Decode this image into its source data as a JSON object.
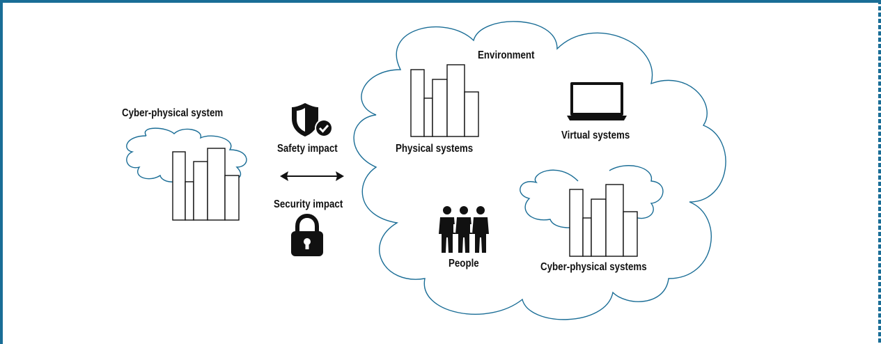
{
  "diagram": {
    "left_label": "Cyber-physical system",
    "safety_label": "Safety impact",
    "security_label": "Security impact",
    "environment_label": "Environment",
    "physical_label": "Physical systems",
    "virtual_label": "Virtual systems",
    "people_label": "People",
    "cps_label": "Cyber-physical systems"
  },
  "colors": {
    "frame": "#1a6d96",
    "cloud_stroke": "#1a6d96",
    "ink": "#111111"
  },
  "icons": [
    "shield-check-icon",
    "lock-icon",
    "double-arrow-icon",
    "laptop-icon",
    "people-icon",
    "bar-chart-icon"
  ]
}
